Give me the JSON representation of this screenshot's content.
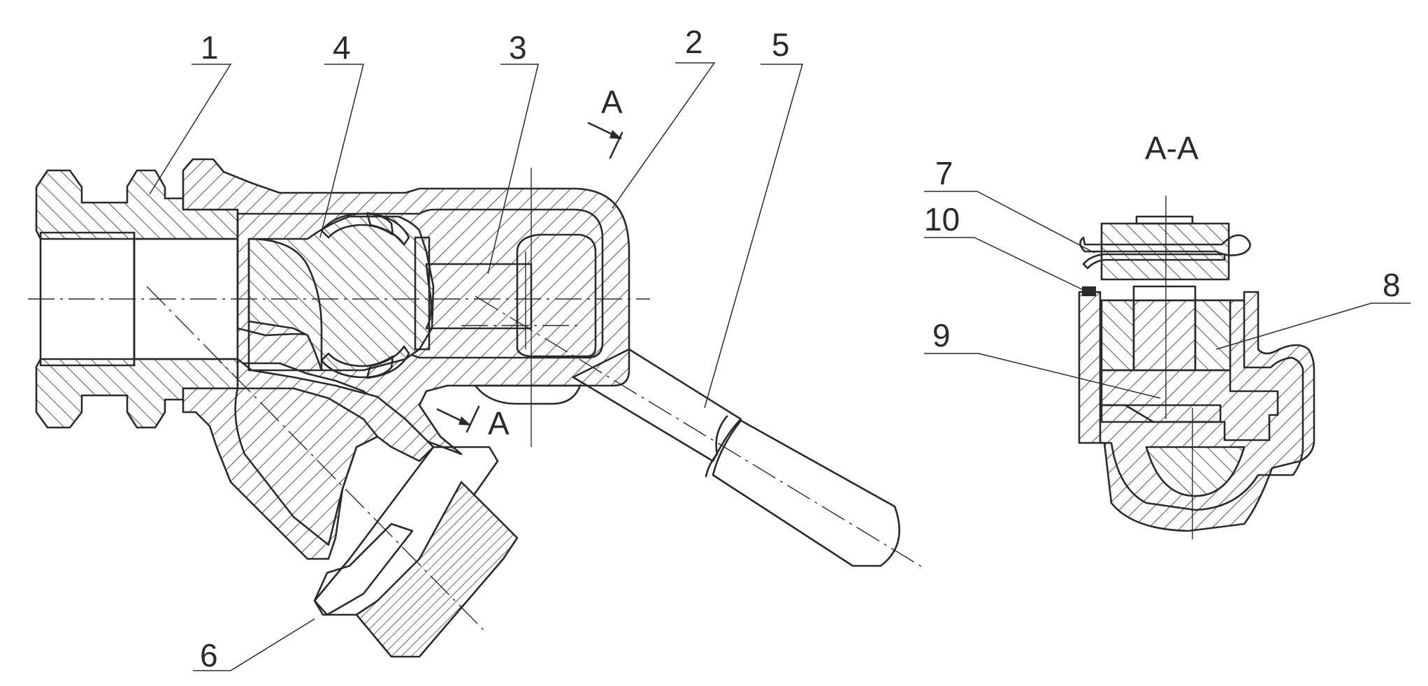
{
  "labels": {
    "n1": "1",
    "n2": "2",
    "n3": "3",
    "n4": "4",
    "n5": "5",
    "n6": "6",
    "n7": "7",
    "n8": "8",
    "n9": "9",
    "n10": "10"
  },
  "section_marks": {
    "top": "A",
    "bottom": "A"
  },
  "section_view_title": "A-A",
  "colors": {
    "line": "#2a2a2a",
    "background": "#ffffff"
  }
}
